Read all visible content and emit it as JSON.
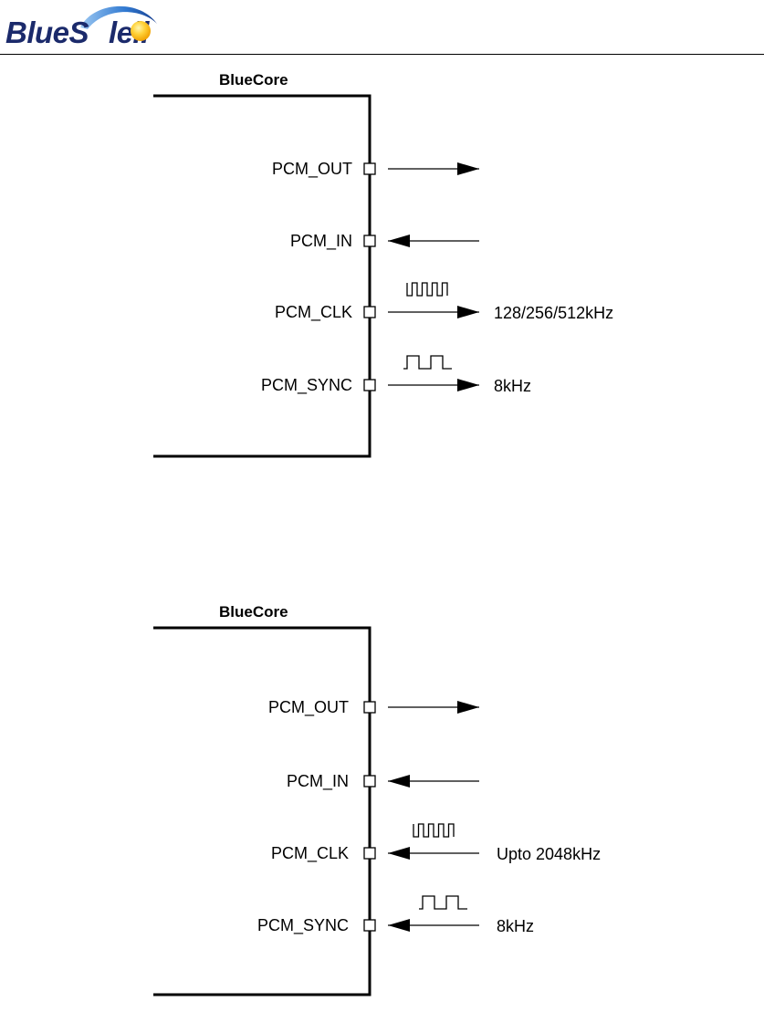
{
  "header": {
    "logo_text_left": "BlueS",
    "logo_text_right": "leil"
  },
  "diagrams": [
    {
      "chip_label": "BlueCore",
      "pins": [
        {
          "label": "PCM_OUT",
          "direction": "out",
          "waveform": "",
          "note": ""
        },
        {
          "label": "PCM_IN",
          "direction": "in",
          "waveform": "",
          "note": ""
        },
        {
          "label": "PCM_CLK",
          "direction": "out",
          "waveform": "fast",
          "note": "128/256/512kHz"
        },
        {
          "label": "PCM_SYNC",
          "direction": "out",
          "waveform": "slow",
          "note": "8kHz"
        }
      ]
    },
    {
      "chip_label": "BlueCore",
      "pins": [
        {
          "label": "PCM_OUT",
          "direction": "out",
          "waveform": "",
          "note": ""
        },
        {
          "label": "PCM_IN",
          "direction": "in",
          "waveform": "",
          "note": ""
        },
        {
          "label": "PCM_CLK",
          "direction": "in",
          "waveform": "fast",
          "note": "Upto 2048kHz"
        },
        {
          "label": "PCM_SYNC",
          "direction": "in",
          "waveform": "slow",
          "note": "8kHz"
        }
      ]
    }
  ]
}
